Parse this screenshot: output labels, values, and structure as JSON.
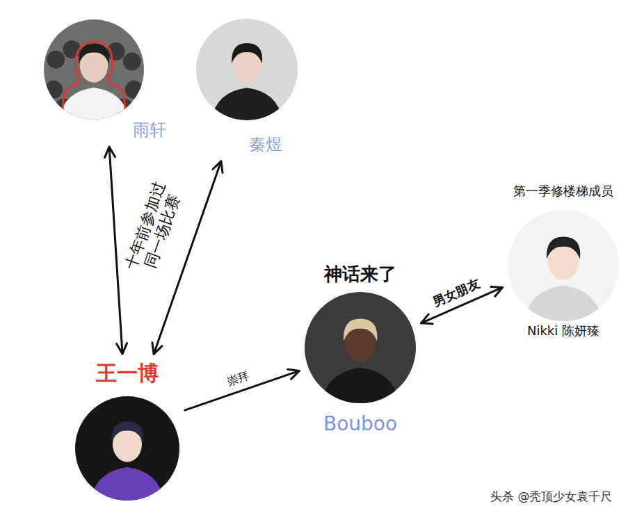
{
  "diagram": {
    "nodes": [
      {
        "text": [
          "雨轩"
        ]
      },
      {
        "text": [
          "秦煜"
        ]
      },
      {
        "text": [
          "王一博"
        ]
      },
      {
        "text": [
          "神话来了",
          "Bouboo"
        ]
      },
      {
        "text": [
          "第一季修楼梯成员",
          "Nikki 陈妍臻"
        ]
      }
    ],
    "edges": [
      {
        "from": 0,
        "to": 2,
        "arrow": "both"
      },
      {
        "from": 1,
        "to": 2,
        "label": "十年前参加过 同一场比赛",
        "arrow": "both"
      },
      {
        "from": 2,
        "to": 3,
        "label": "崇拜",
        "arrow": "to"
      },
      {
        "from": 3,
        "to": 4,
        "label": "男女朋友",
        "arrow": "both"
      }
    ],
    "labels": [
      "头杀 @秃顶少女袁千尺"
    ]
  }
}
